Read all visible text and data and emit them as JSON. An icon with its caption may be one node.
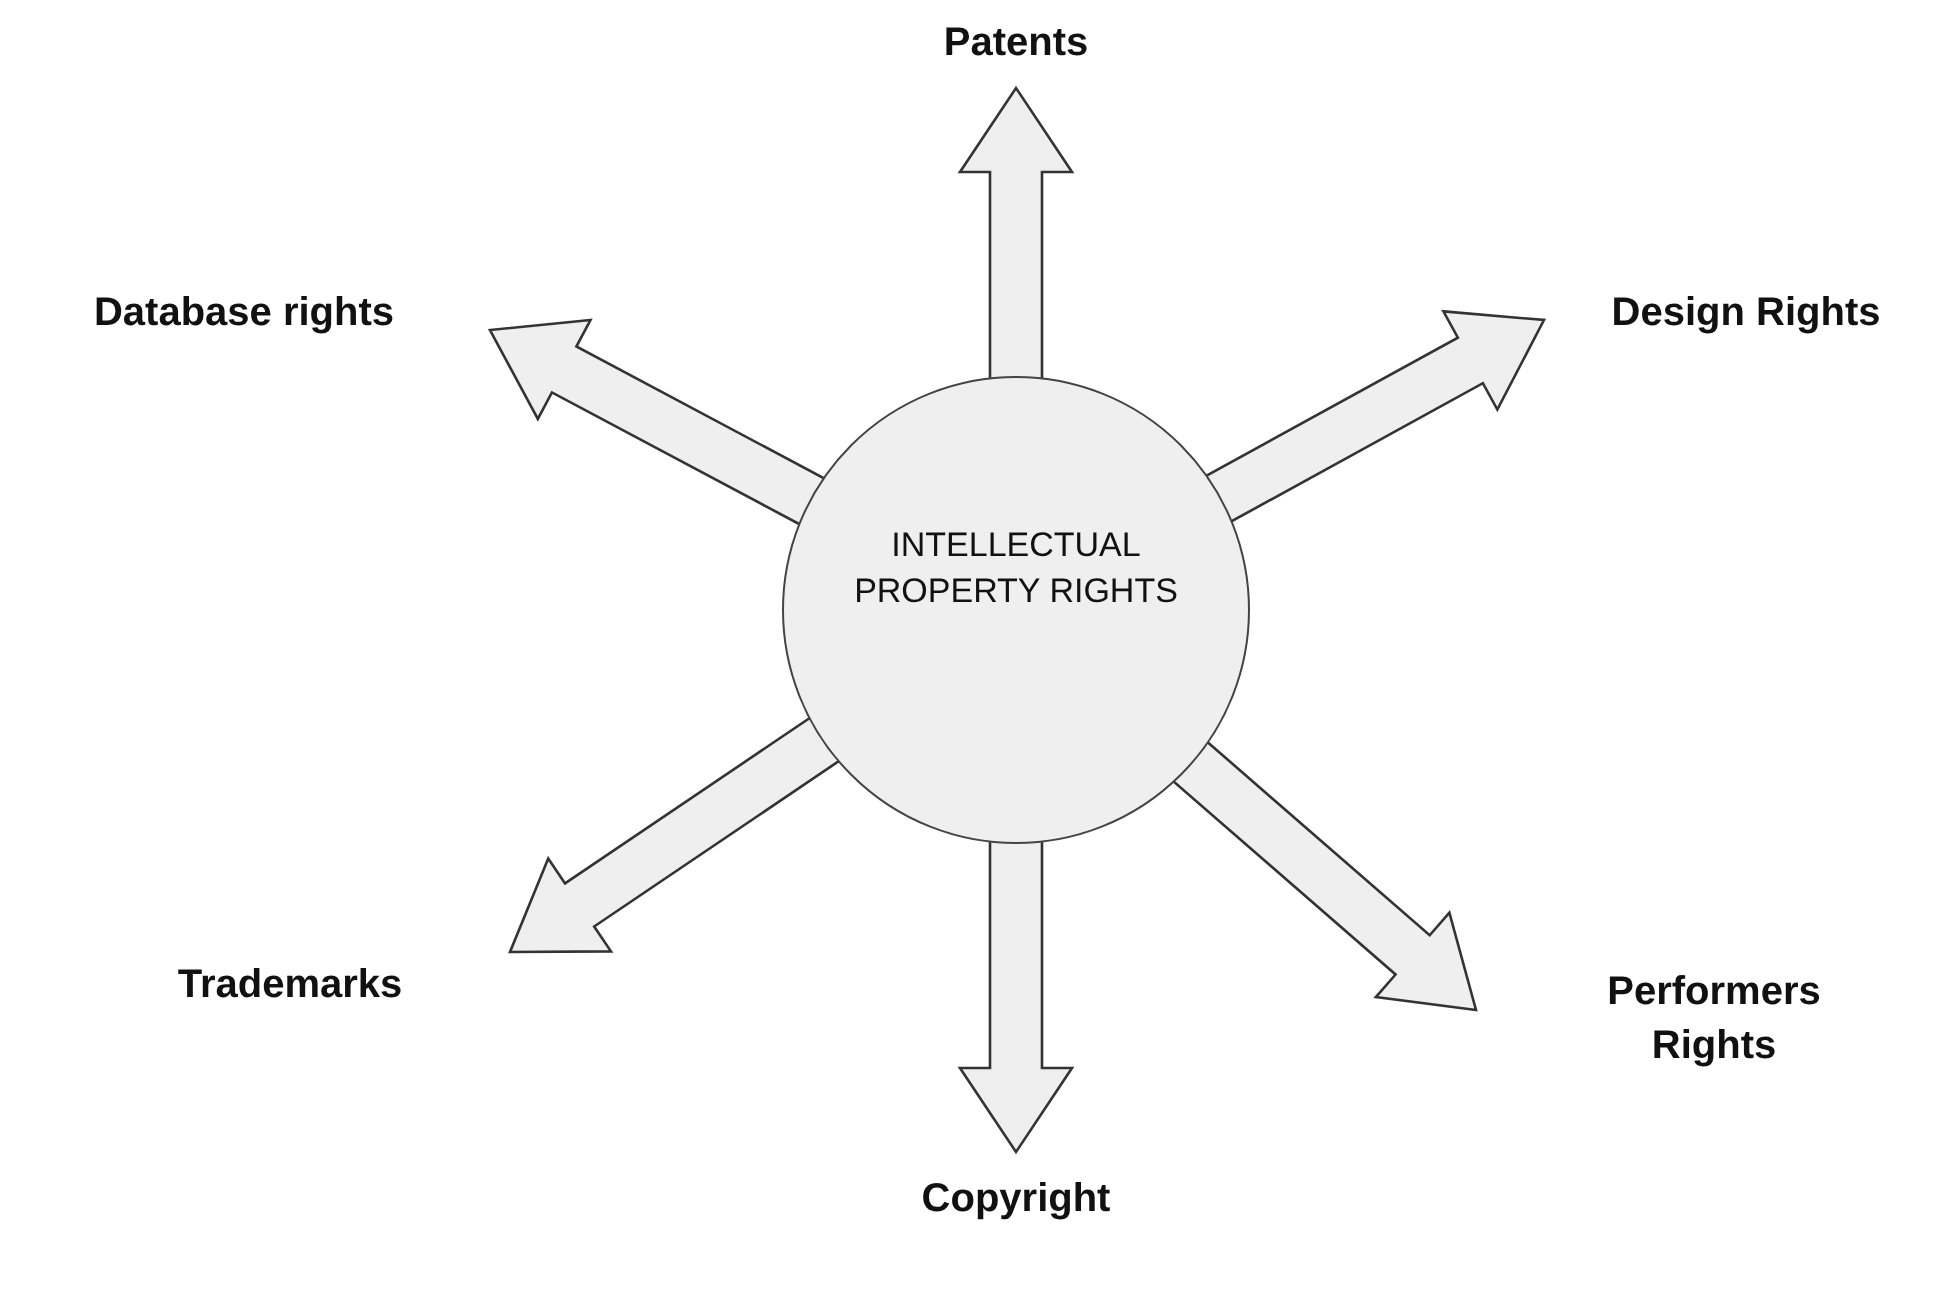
{
  "diagram": {
    "nodes": [
      {
        "text": [
          "INTELLECTUAL PROPERTY RIGHTS"
        ]
      },
      {
        "text": [
          "Patents"
        ]
      },
      {
        "text": [
          "Database rights"
        ]
      },
      {
        "text": [
          "Design Rights"
        ]
      },
      {
        "text": [
          "Trademarks"
        ]
      },
      {
        "text": [
          "Performers Rights"
        ]
      },
      {
        "text": [
          "Copyright"
        ]
      }
    ],
    "edges": [
      {
        "from": 0,
        "to": 1,
        "arrow": "to"
      },
      {
        "from": 0,
        "to": 2,
        "arrow": "to"
      },
      {
        "from": 0,
        "to": 3,
        "arrow": "to"
      },
      {
        "from": 0,
        "to": 4,
        "arrow": "to"
      },
      {
        "from": 0,
        "to": 5,
        "arrow": "to"
      },
      {
        "from": 0,
        "to": 6,
        "arrow": "to"
      }
    ]
  }
}
